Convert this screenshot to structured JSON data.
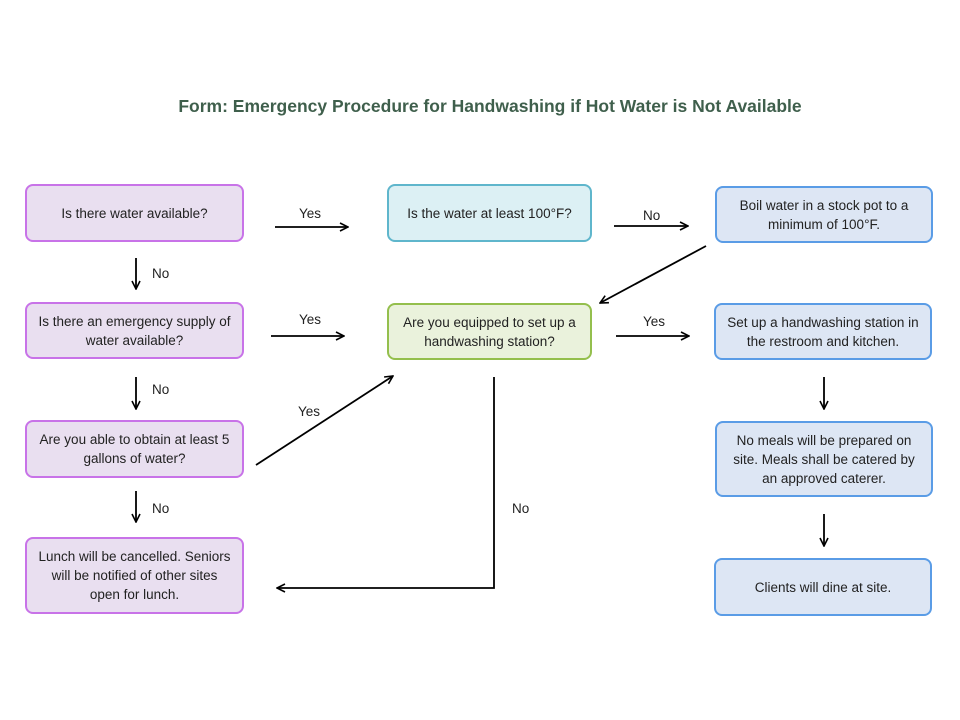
{
  "title": "Form: Emergency Procedure for Handwashing if Hot Water is Not Available",
  "colors": {
    "purple_fill": "#e9dff0",
    "purple_border": "#c873e8",
    "cyan_fill": "#dcf0f4",
    "cyan_border": "#5fb6cc",
    "green_fill": "#eaf2dc",
    "green_border": "#94bf4d",
    "blue_fill": "#dde6f4",
    "blue_border": "#5a9ce6",
    "title_color": "#3f5f4c"
  },
  "nodes": {
    "water_available": "Is there water available?",
    "emergency_supply": "Is there an emergency supply of water available?",
    "obtain_5_gallons": "Are you able to obtain at least 5 gallons of water?",
    "lunch_cancelled": "Lunch will be cancelled. Seniors will be notified of other sites open for lunch.",
    "water_100f": "Is the water at least 100°F?",
    "equipped_station": "Are you equipped to set up a handwashing station?",
    "boil_water": "Boil water in a stock pot to a minimum of 100°F.",
    "setup_station": "Set up a handwashing station in the restroom and kitchen.",
    "no_meals": "No meals will be prepared on site. Meals shall be catered by an approved caterer.",
    "clients_dine": "Clients will dine at site."
  },
  "edge_labels": {
    "water_yes": "Yes",
    "water_no": "No",
    "hot_no": "No",
    "emergency_yes": "Yes",
    "emergency_no": "No",
    "equipped_yes": "Yes",
    "obtain_yes": "Yes",
    "obtain_no": "No",
    "equipped_no": "No"
  }
}
